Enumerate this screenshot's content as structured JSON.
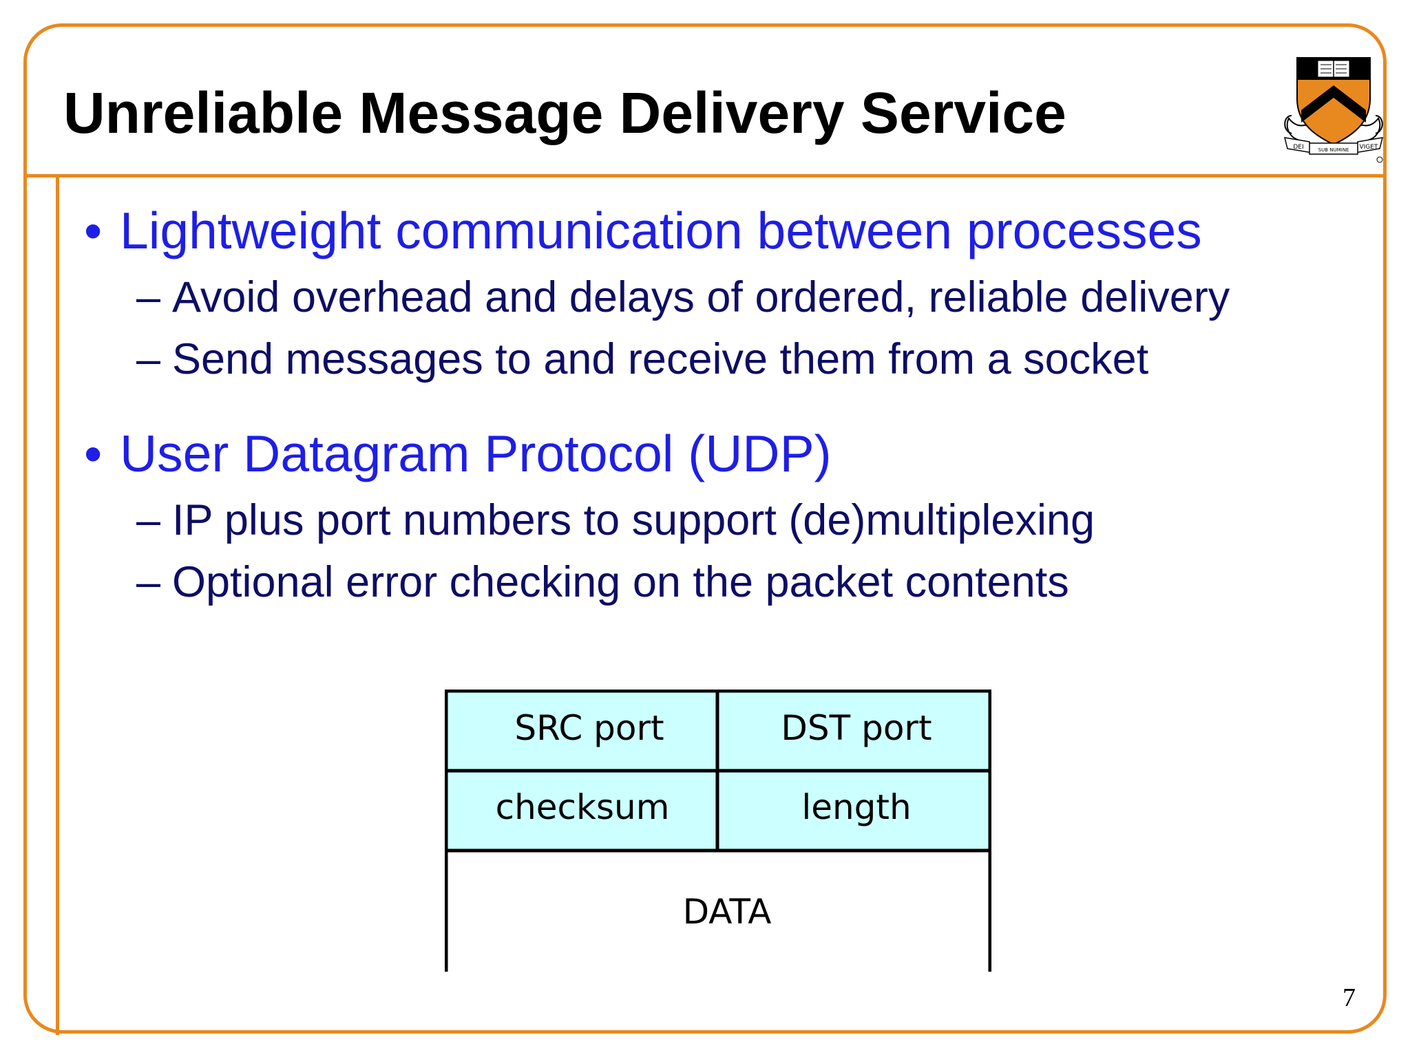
{
  "slide": {
    "title": "Unreliable Message Delivery Service",
    "page_number": "7"
  },
  "logo": {
    "icon": "princeton-shield-icon",
    "motto_left": "DEI",
    "motto_center": "SUB NUMINE",
    "motto_right": "VIGET"
  },
  "bullets": [
    {
      "text": "Lightweight communication between processes",
      "subs": [
        "Avoid overhead and delays of ordered, reliable delivery",
        "Send messages to and receive them from a socket"
      ]
    },
    {
      "text": "User Datagram Protocol (UDP)",
      "subs": [
        "IP plus port numbers to support (de)multiplexing",
        "Optional error checking on the packet contents"
      ]
    }
  ],
  "udp_header": {
    "src_port": "SRC port",
    "dst_port": "DST port",
    "checksum": "checksum",
    "length": "length",
    "data": "DATA"
  },
  "colors": {
    "frame": "#e8891f",
    "bullet_text": "#1e1ee6",
    "sub_text": "#0d0d66",
    "header_cell": "#ccffff"
  }
}
